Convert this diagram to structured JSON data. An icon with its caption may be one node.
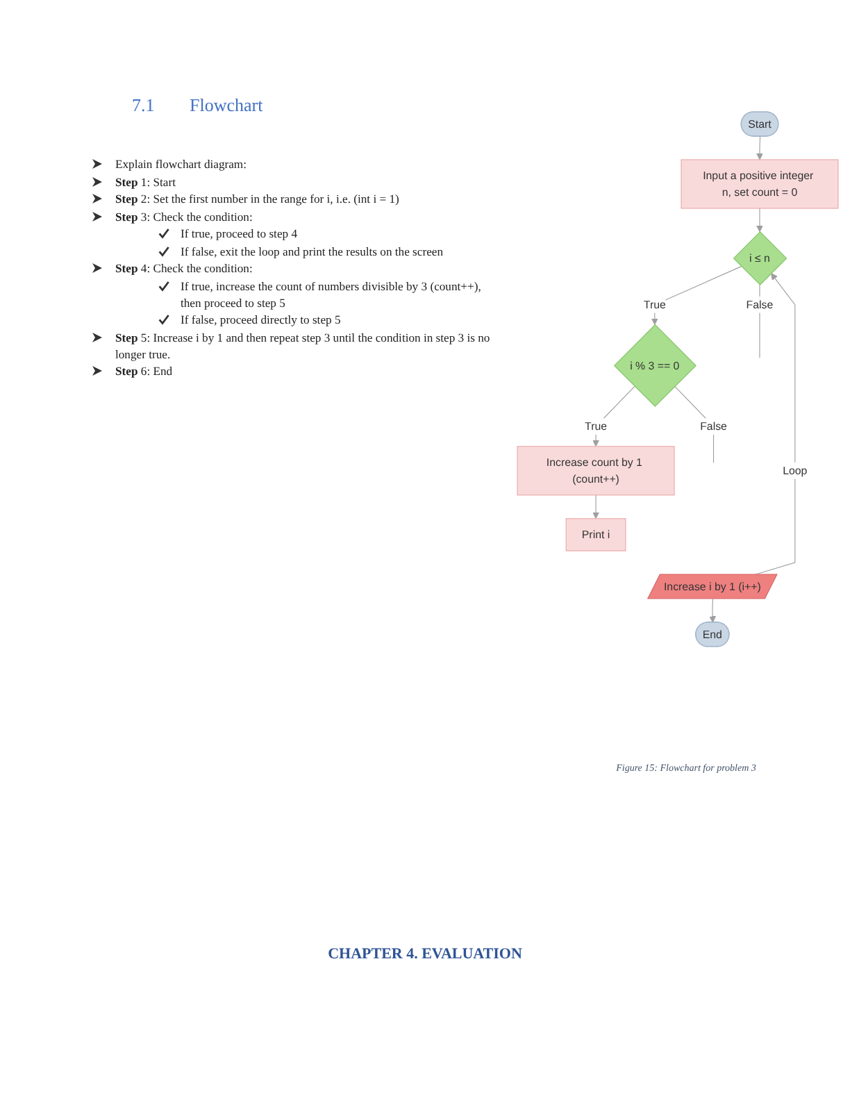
{
  "diagram": {
    "title": "7.1 Flowchart",
    "caption": "Figure 15: Flowchart for problem 3",
    "nodes": [
      {
        "text": [
          "Start"
        ]
      },
      {
        "text": [
          "Input a positive integer n, set count = 0"
        ]
      },
      {
        "text": [
          "i ≤ n"
        ]
      },
      {
        "text": [
          "i % 3 == 0"
        ]
      },
      {
        "text": [
          "Increase count by 1 (count++)"
        ]
      },
      {
        "text": [
          "Print i"
        ]
      },
      {
        "text": [
          "Increase i by 1 (i++)"
        ]
      },
      {
        "text": [
          "End"
        ]
      }
    ],
    "edges": [
      {
        "from": 0,
        "to": 1,
        "arrow": "to"
      },
      {
        "from": 1,
        "to": 2,
        "arrow": "to"
      },
      {
        "from": 2,
        "to": 3,
        "arrow": "to",
        "label": "True"
      },
      {
        "from": 3,
        "to": null,
        "arrow": "none",
        "label": "False"
      },
      {
        "from": 3,
        "to": 4,
        "arrow": "to",
        "label": "True"
      },
      {
        "from": 4,
        "to": 5,
        "arrow": "to"
      },
      {
        "from": 6,
        "to": 2,
        "arrow": "to",
        "label": "Loop"
      },
      {
        "from": 2,
        "to": null,
        "arrow": "none",
        "label": "False"
      },
      {
        "from": 6,
        "to": 7,
        "arrow": "to"
      }
    ],
    "labels": [
      "Explain flowchart diagram:",
      "**Step** 1: Start",
      "**Step** 2: Set the first number in the range for i, i.e. (int i = 1)",
      "**Step** 3: Check the condition:",
      "If true, proceed to step 4",
      "If false, exit the loop and print the results on the screen",
      "**Step** 4: Check the condition:",
      "If true, increase the count of numbers divisible by 3 (count++), then proceed to step 5",
      "If false, proceed directly to step 5",
      "**Step** 5: Increase i by 1 and then repeat step 3 until the condition in step 3 is no longer true.",
      "**Step** 6: End",
      "CHAPTER 4. EVALUATION"
    ]
  }
}
